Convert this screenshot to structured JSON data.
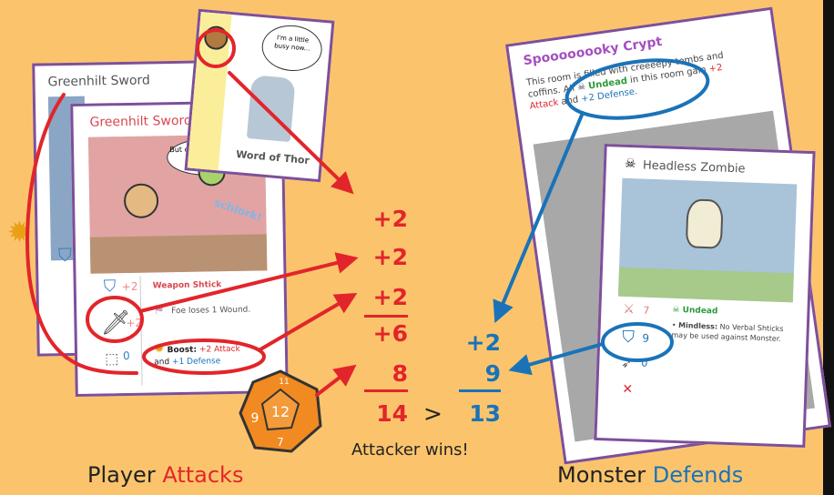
{
  "player_cards": {
    "back_title": "Greenhilt Sword",
    "front_title": "Greenhilt Sword",
    "speech": "But can it still cut a tomato?",
    "sfx": "schlork!",
    "attack_value": "+2",
    "defense_value": "0",
    "shtick_title": "Weapon Shtick",
    "shtick_text": "Foe loses 1 Wound.",
    "boost_label": "Boost:",
    "boost_attack": "+2 Attack",
    "boost_and": "and",
    "boost_defense": "+1 Defense"
  },
  "word_card": {
    "speech": "I'm a little busy now...",
    "title": "Word of Thor"
  },
  "room_card": {
    "title": "Spoooooooky Crypt",
    "text_1": "This room is filled with creeeepy tombs and coffins. All",
    "undead": "Undead",
    "text_2": "in this room gain",
    "attack": "+2 Attack",
    "and": "and",
    "defense": "+2 Defense."
  },
  "monster_card": {
    "title": "Headless Zombie",
    "attack_value": "7",
    "defense_value": "9",
    "extra_value": "0",
    "tag": "Undead",
    "ability_name": "Mindless:",
    "ability_text": "No Verbal Shticks may be used against Monster."
  },
  "math": {
    "attacker_terms": [
      "+2",
      "+2",
      "+2",
      "+6",
      "8"
    ],
    "attacker_total": "14",
    "compare": ">",
    "defender_terms": [
      "+2",
      "9"
    ],
    "defender_total": "13",
    "result": "Attacker wins!"
  },
  "die": {
    "faces": [
      "12",
      "9",
      "7",
      "11"
    ]
  },
  "captions": {
    "player_1": "Player",
    "player_2": "Attacks",
    "monster_1": "Monster",
    "monster_2": "Defends"
  },
  "colors": {
    "background": "#fbc46c",
    "card_border": "#7e4f9a",
    "red": "#e2252b",
    "blue": "#1a73b8",
    "die": "#f18a21"
  }
}
